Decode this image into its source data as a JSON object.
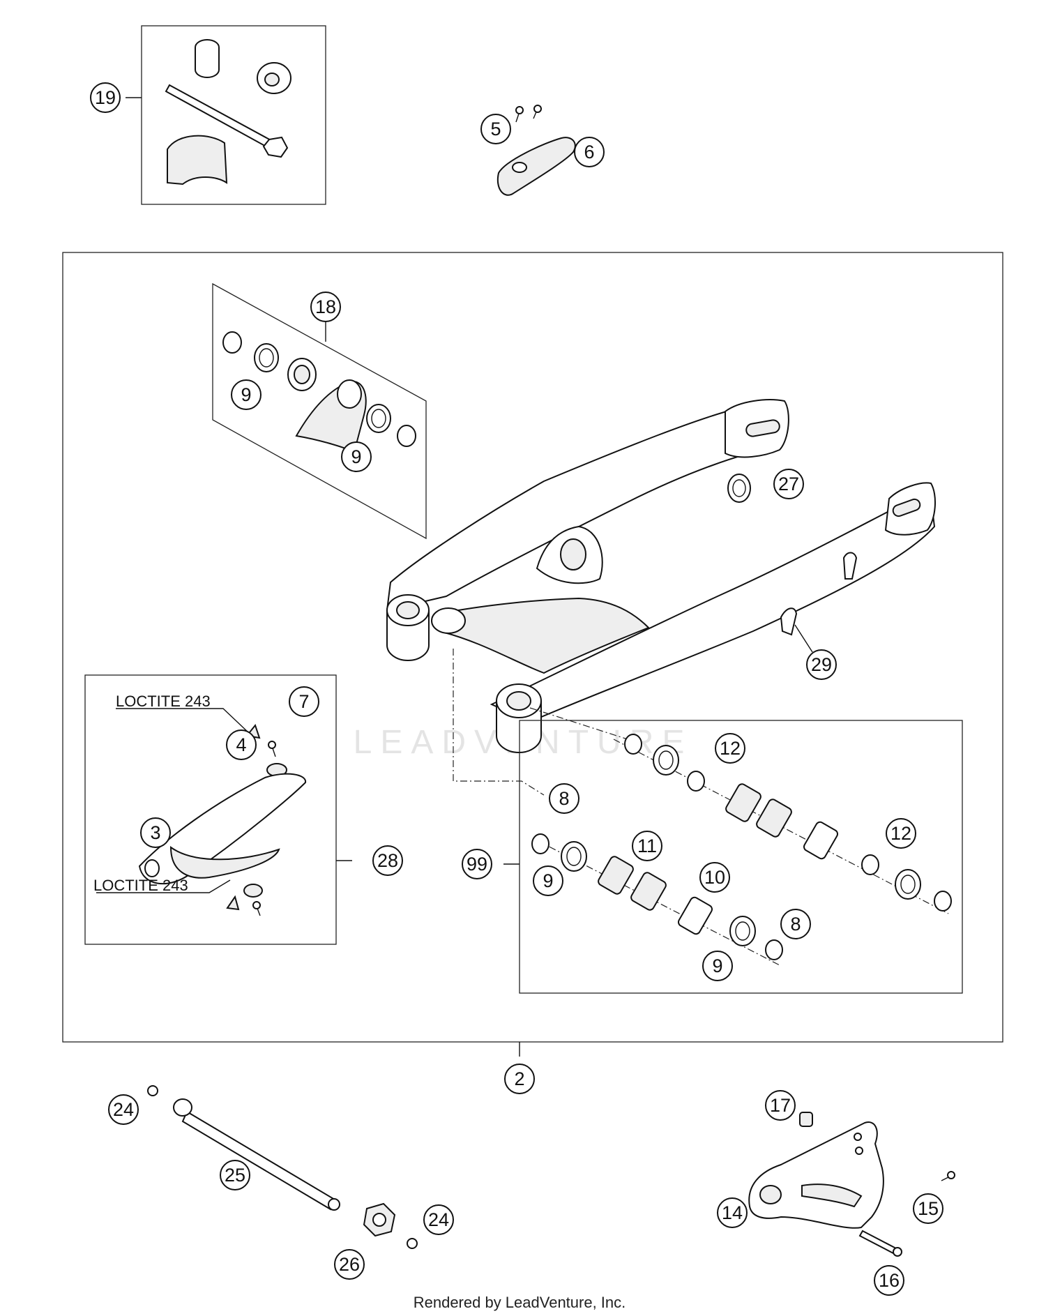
{
  "watermark": "LEADVENTURE",
  "footer": "Rendered by LeadVenture, Inc.",
  "notes": {
    "loctite_top": "LOCTITE 243",
    "loctite_bottom": "LOCTITE 243"
  },
  "callouts": {
    "c19": "19",
    "c5": "5",
    "c6": "6",
    "c18": "18",
    "c9a": "9",
    "c9b": "9",
    "c27": "27",
    "c29": "29",
    "c7": "7",
    "c4": "4",
    "c3": "3",
    "c28": "28",
    "c12a": "12",
    "c8a": "8",
    "c11": "11",
    "c12b": "12",
    "c99": "99",
    "c9c": "9",
    "c10": "10",
    "c8b": "8",
    "c9d": "9",
    "c2": "2",
    "c17": "17",
    "c24a": "24",
    "c25": "25",
    "c24b": "24",
    "c26": "26",
    "c14": "14",
    "c15": "15",
    "c16": "16"
  }
}
